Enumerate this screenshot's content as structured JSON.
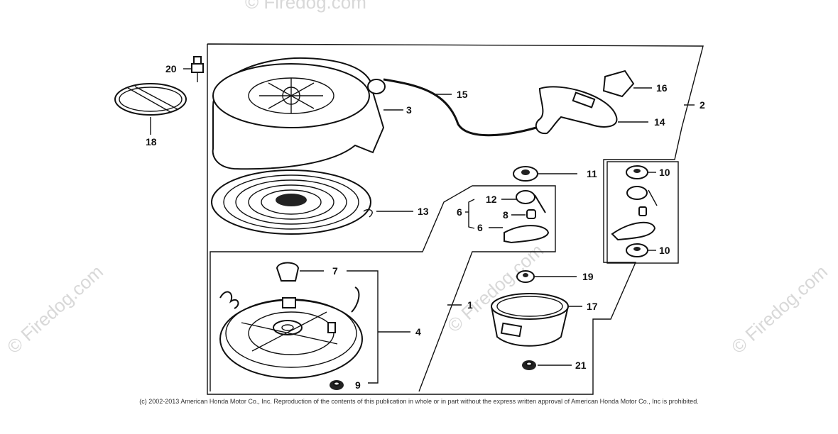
{
  "watermark": "© Firedog.com",
  "copyright": "(c) 2002-2013 American Honda Motor Co., Inc. Reproduction of the contents of this publication in whole or in part without the express written approval of American Honda Motor Co., Inc is prohibited.",
  "callouts": {
    "c1": "1",
    "c2": "2",
    "c3": "3",
    "c4": "4",
    "c6a": "6",
    "c6b": "6",
    "c7": "7",
    "c8": "8",
    "c9": "9",
    "c10a": "10",
    "c10b": "10",
    "c11": "11",
    "c12": "12",
    "c13": "13",
    "c14": "14",
    "c15": "15",
    "c16": "16",
    "c17": "17",
    "c18": "18",
    "c19": "19",
    "c20": "20",
    "c21": "21"
  },
  "colors": {
    "ink": "#111111",
    "watermark": "#d8d8d8",
    "background": "#ffffff"
  }
}
